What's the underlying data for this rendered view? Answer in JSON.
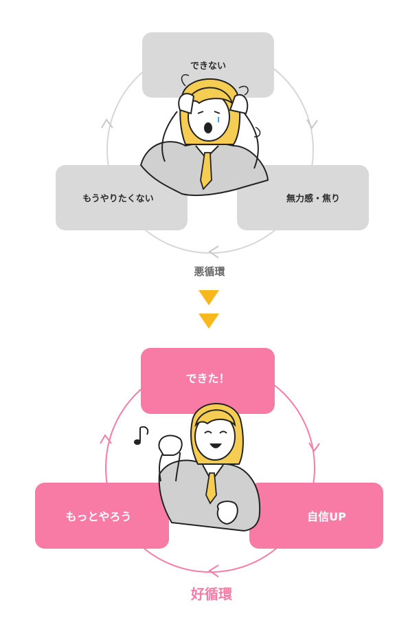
{
  "bad_cycle": {
    "label": "悪循環",
    "steps": [
      "できない",
      "無力感・焦り",
      "もうやりたくない"
    ],
    "color": "#d9d9d9",
    "label_color": "#666666"
  },
  "good_cycle": {
    "label": "好循環",
    "steps": [
      "できた！",
      "自信UP",
      "もっとやろう"
    ],
    "color": "#f77ba5",
    "label_color": "#f77ba5"
  },
  "transition_arrow_color": "#f6b81c",
  "illustrations": {
    "bad": "stressed-student-holding-head",
    "good": "cheerful-student-fist-pump",
    "note_icon": "music-note"
  }
}
